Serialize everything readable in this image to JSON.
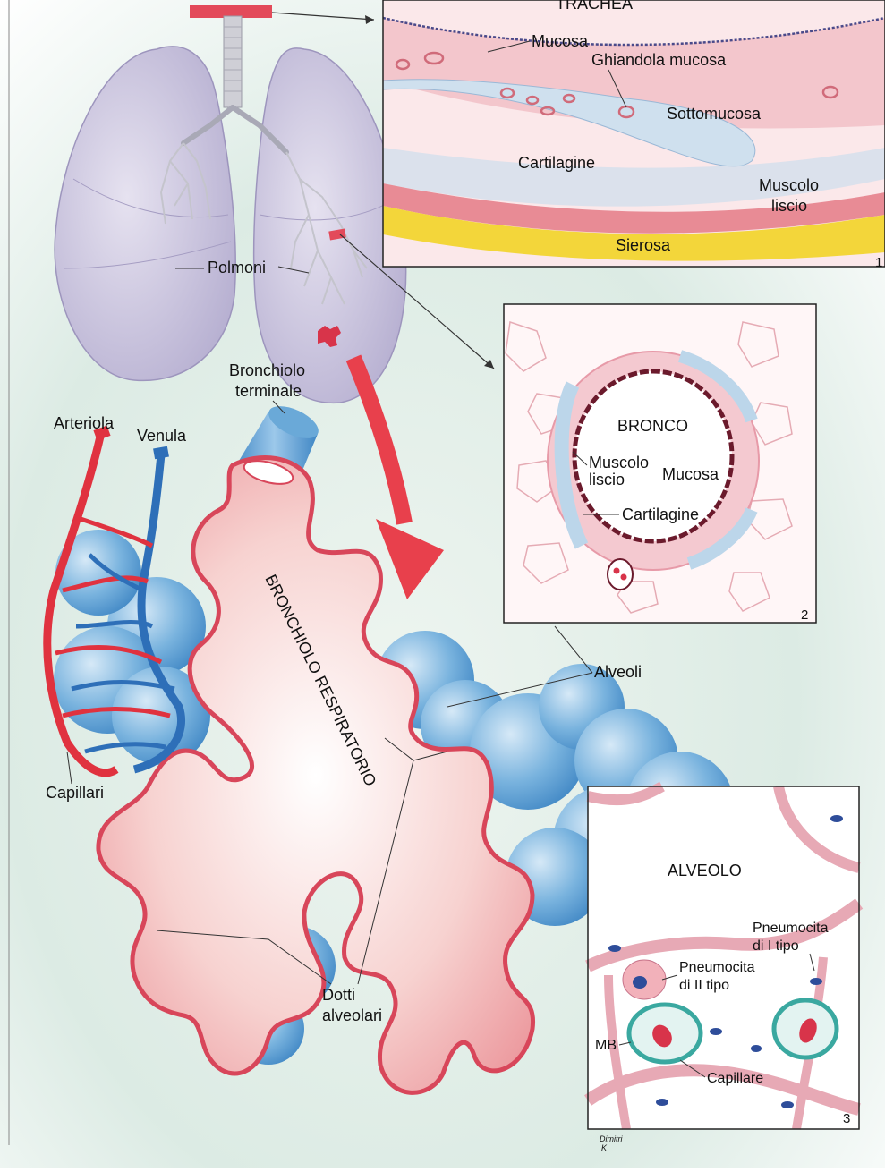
{
  "labels": {
    "trachea_title": "TRACHEA",
    "mucosa": "Mucosa",
    "ghiandola_mucosa": "Ghiandola mucosa",
    "sottomucosa": "Sottomucosa",
    "cartilagine_trachea": "Cartilagine",
    "muscolo_liscio_1": "Muscolo",
    "muscolo_liscio_2": "liscio",
    "sierosa": "Sierosa",
    "panel1_number": "1",
    "polmoni": "Polmoni",
    "bronchiolo_terminale_1": "Bronchiolo",
    "bronchiolo_terminale_2": "terminale",
    "arteriola": "Arteriola",
    "venula": "Venula",
    "bronco_title": "BRONCO",
    "bronco_muscolo_1": "Muscolo",
    "bronco_muscolo_2": "liscio",
    "bronco_mucosa": "Mucosa",
    "bronco_cartilagine": "Cartilagine",
    "panel2_number": "2",
    "alveoli": "Alveoli",
    "bronchiolo_respiratorio": "BRONCHIOLO RESPIRATORIO",
    "capillari": "Capillari",
    "dotti_alveolari_1": "Dotti",
    "dotti_alveolari_2": "alveolari",
    "alveolo_title": "ALVEOLO",
    "pneumocita_1_a": "Pneumocita",
    "pneumocita_1_b": "di I tipo",
    "pneumocita_2_a": "Pneumocita",
    "pneumocita_2_b": "di II tipo",
    "mb": "MB",
    "capillare": "Capillare",
    "panel3_number": "3",
    "signature_1": "Dimitri",
    "signature_2": "K"
  },
  "colors": {
    "background_tint": "#dcebe4",
    "lung": "#c9c3dd",
    "bronchiole_pink": "#f2b6b4",
    "bronchiole_outline": "#d8465a",
    "alveoli_blue": "#6aa9d8",
    "artery_red": "#e0323f",
    "vein_blue": "#2e6fb8",
    "cartilage": "#c6dcec",
    "serosa_yellow": "#f3d63a",
    "arrow_red": "#e8404c"
  }
}
